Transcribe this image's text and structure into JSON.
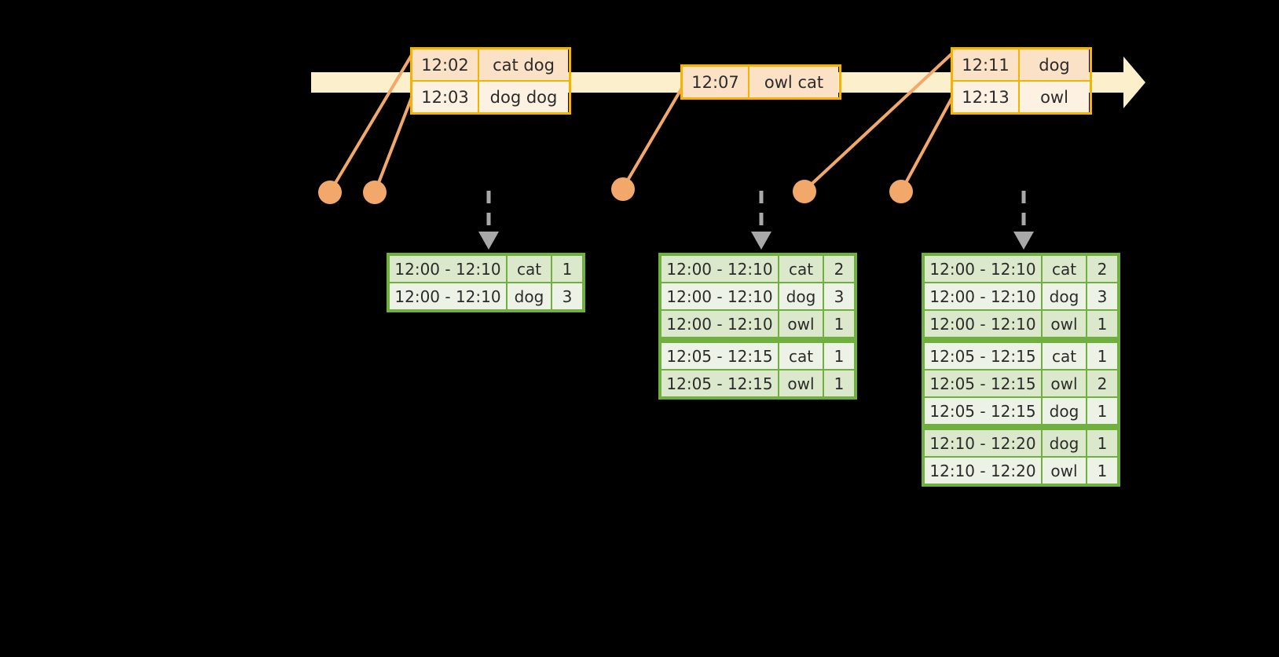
{
  "colors": {
    "background": "#000000",
    "timeline_band": "#FCEFCB",
    "event_border": "#F5B301",
    "event_fill_a": "#FBE2C6",
    "event_fill_b": "#FDF1E2",
    "connector": "#F2A86A",
    "table_border": "#6FB03F",
    "table_fill_a": "#DCE8CC",
    "table_fill_b": "#EDF2E6",
    "arrow": "#A8A8A8"
  },
  "timeline": {
    "name": "stream-timeline",
    "direction": "left-to-right",
    "events": [
      {
        "id": "event-group-1",
        "rows": [
          {
            "time": "12:02",
            "words": "cat dog"
          },
          {
            "time": "12:03",
            "words": "dog dog"
          }
        ]
      },
      {
        "id": "event-group-2",
        "rows": [
          {
            "time": "12:07",
            "words": "owl cat"
          }
        ]
      },
      {
        "id": "event-group-3",
        "rows": [
          {
            "time": "12:11",
            "words": "dog"
          },
          {
            "time": "12:13",
            "words": "owl"
          }
        ]
      }
    ]
  },
  "tables": [
    {
      "id": "aggregate-table-1",
      "groups": [
        {
          "rows": [
            {
              "window": "12:00 - 12:10",
              "key": "cat",
              "count": "1"
            },
            {
              "window": "12:00 - 12:10",
              "key": "dog",
              "count": "3"
            }
          ]
        }
      ]
    },
    {
      "id": "aggregate-table-2",
      "groups": [
        {
          "rows": [
            {
              "window": "12:00 - 12:10",
              "key": "cat",
              "count": "2"
            },
            {
              "window": "12:00 - 12:10",
              "key": "dog",
              "count": "3"
            },
            {
              "window": "12:00 - 12:10",
              "key": "owl",
              "count": "1"
            }
          ]
        },
        {
          "rows": [
            {
              "window": "12:05 - 12:15",
              "key": "cat",
              "count": "1"
            },
            {
              "window": "12:05 - 12:15",
              "key": "owl",
              "count": "1"
            }
          ]
        }
      ]
    },
    {
      "id": "aggregate-table-3",
      "groups": [
        {
          "rows": [
            {
              "window": "12:00 - 12:10",
              "key": "cat",
              "count": "2"
            },
            {
              "window": "12:00 - 12:10",
              "key": "dog",
              "count": "3"
            },
            {
              "window": "12:00 - 12:10",
              "key": "owl",
              "count": "1"
            }
          ]
        },
        {
          "rows": [
            {
              "window": "12:05 - 12:15",
              "key": "cat",
              "count": "1"
            },
            {
              "window": "12:05 - 12:15",
              "key": "owl",
              "count": "2"
            },
            {
              "window": "12:05 - 12:15",
              "key": "dog",
              "count": "1"
            }
          ]
        },
        {
          "rows": [
            {
              "window": "12:10 - 12:20",
              "key": "dog",
              "count": "1"
            },
            {
              "window": "12:10 - 12:20",
              "key": "owl",
              "count": "1"
            }
          ]
        }
      ]
    }
  ]
}
